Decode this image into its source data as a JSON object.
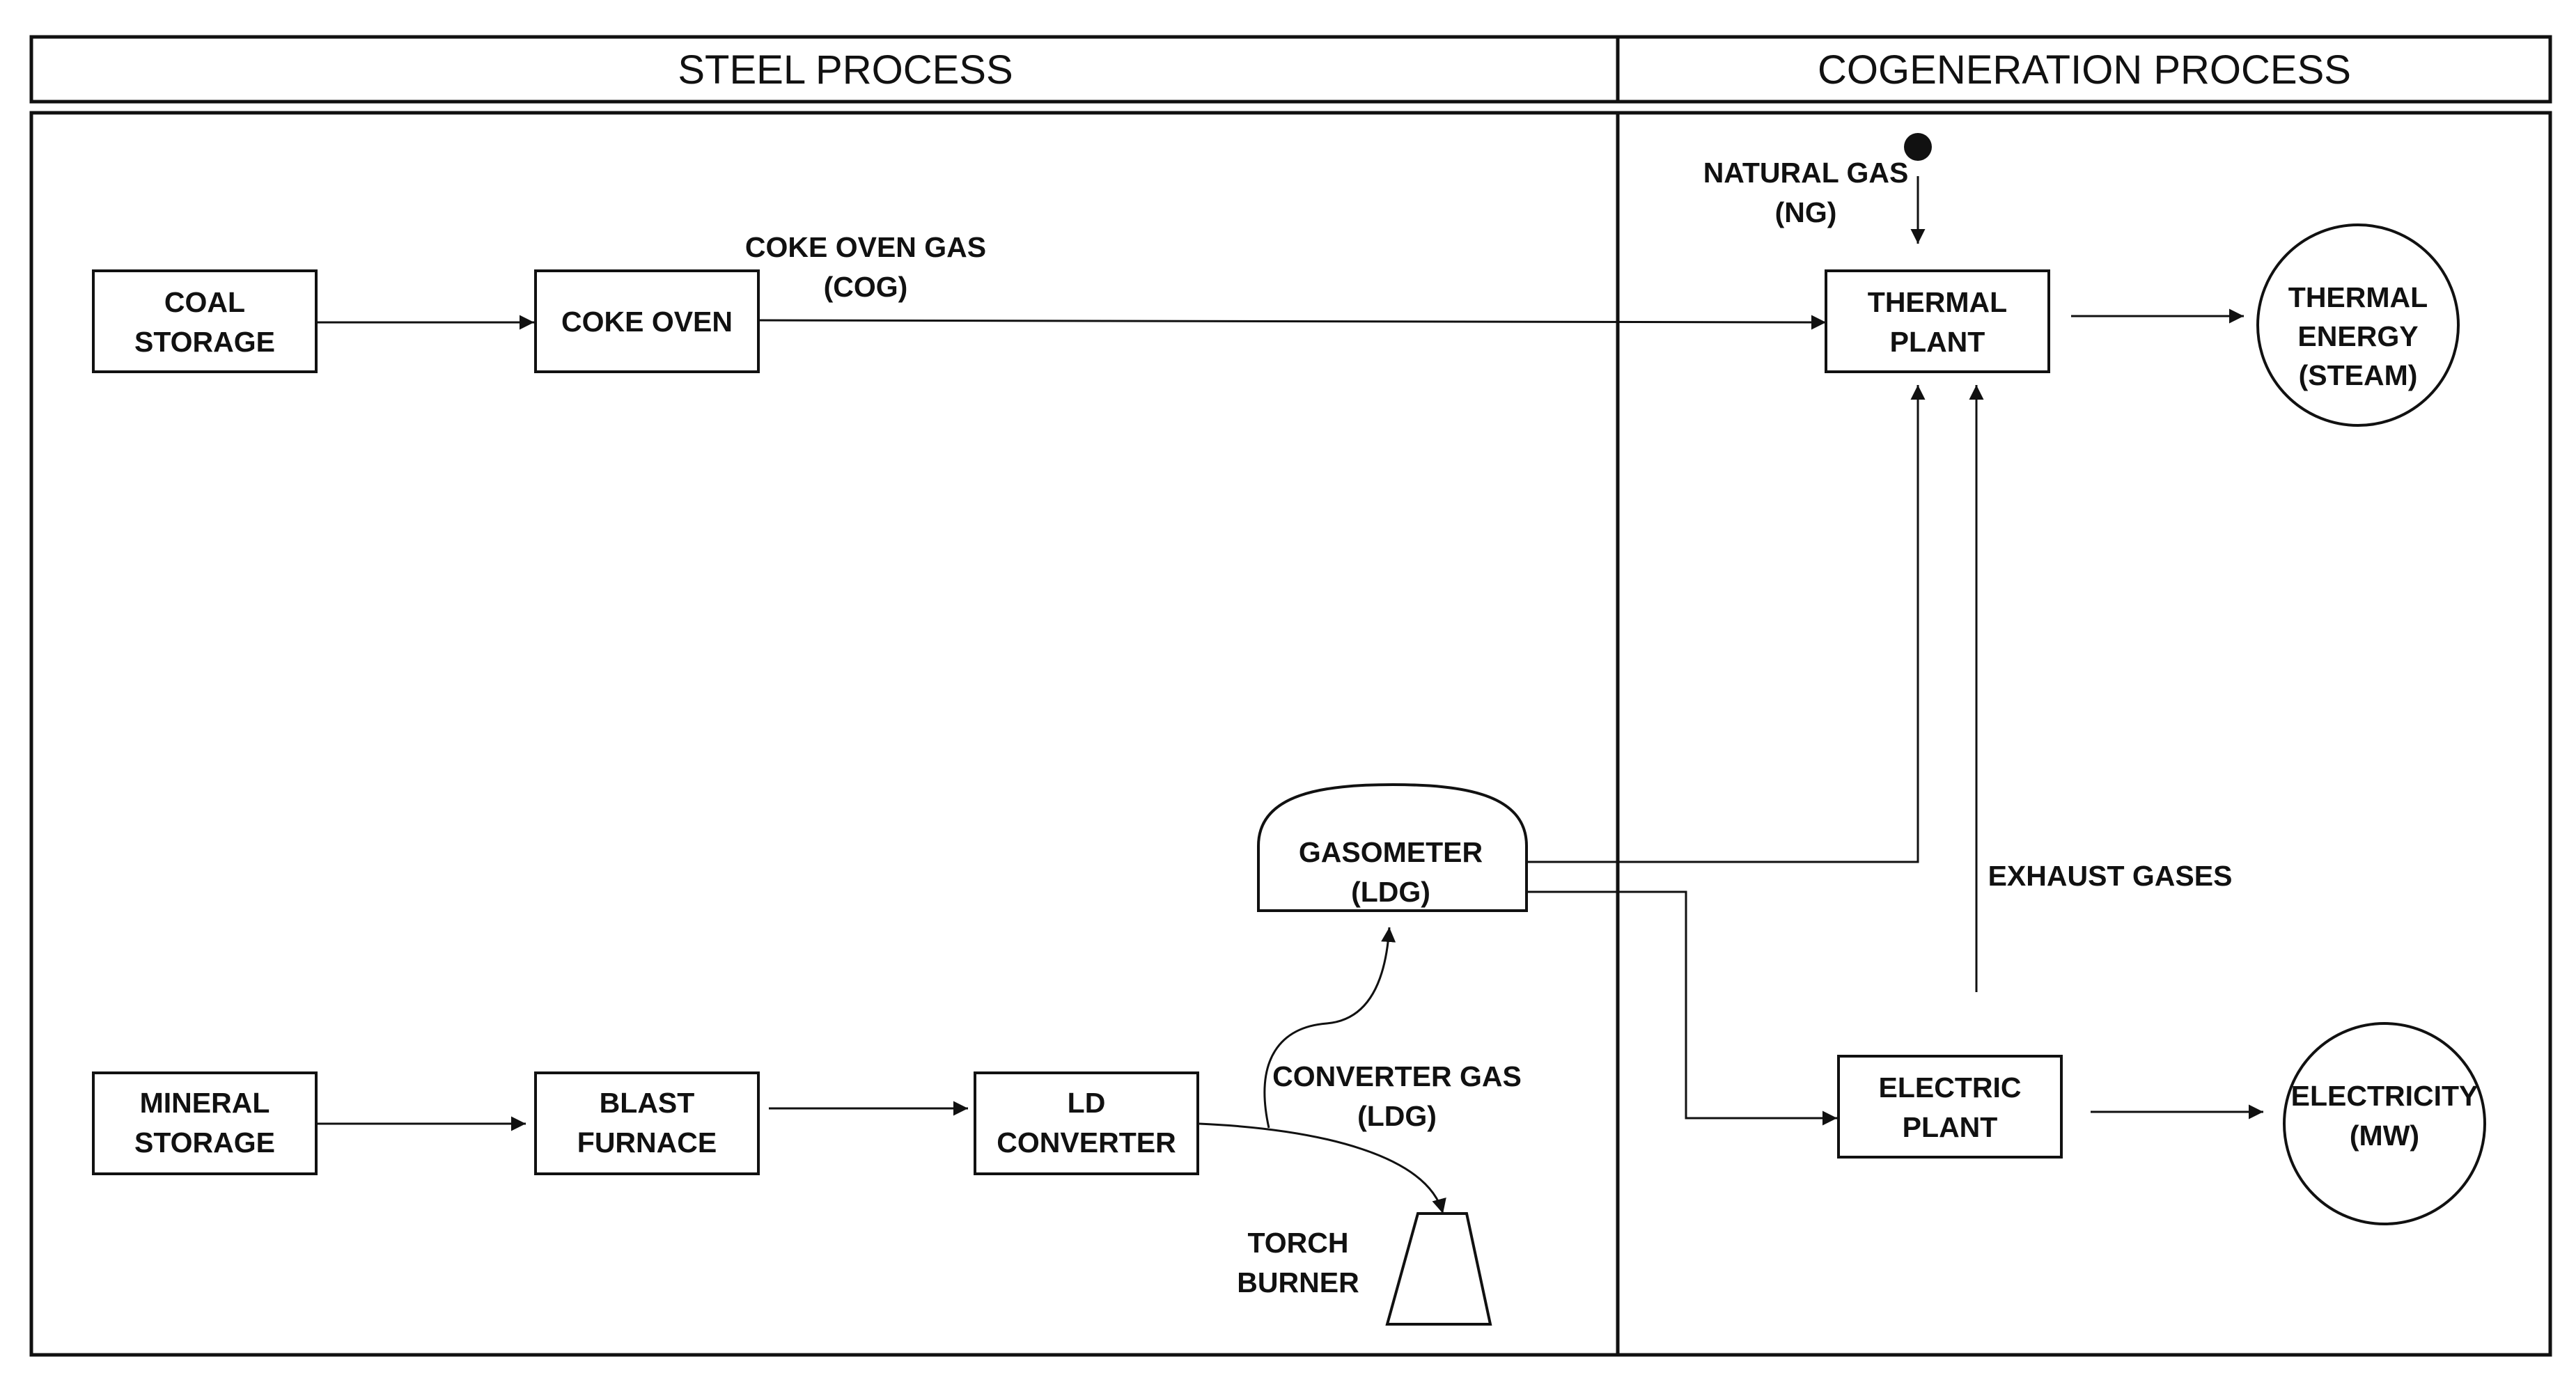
{
  "headers": {
    "steel": "STEEL PROCESS",
    "cogen": "COGENERATION PROCESS"
  },
  "nodes": {
    "coal_storage": [
      "COAL",
      "STORAGE"
    ],
    "coke_oven": [
      "COKE OVEN"
    ],
    "mineral_storage": [
      "MINERAL",
      "STORAGE"
    ],
    "blast_furnace": [
      "BLAST",
      "FURNACE"
    ],
    "ld_converter": [
      "LD",
      "CONVERTER"
    ],
    "gasometer": [
      "GASOMETER",
      "(LDG)"
    ],
    "torch_burner": [
      "TORCH",
      "BURNER"
    ],
    "thermal_plant": [
      "THERMAL",
      "PLANT"
    ],
    "electric_plant": [
      "ELECTRIC",
      "PLANT"
    ],
    "thermal_energy": [
      "THERMAL",
      "ENERGY",
      "(STEAM)"
    ],
    "electricity": [
      "ELECTRICITY",
      "(MW)"
    ]
  },
  "flows": {
    "coke_oven_gas": [
      "COKE OVEN GAS",
      "(COG)"
    ],
    "natural_gas": [
      "NATURAL GAS",
      "(NG)"
    ],
    "converter_gas": [
      "CONVERTER GAS",
      "(LDG)"
    ],
    "exhaust_gases": [
      "EXHAUST GASES"
    ]
  }
}
